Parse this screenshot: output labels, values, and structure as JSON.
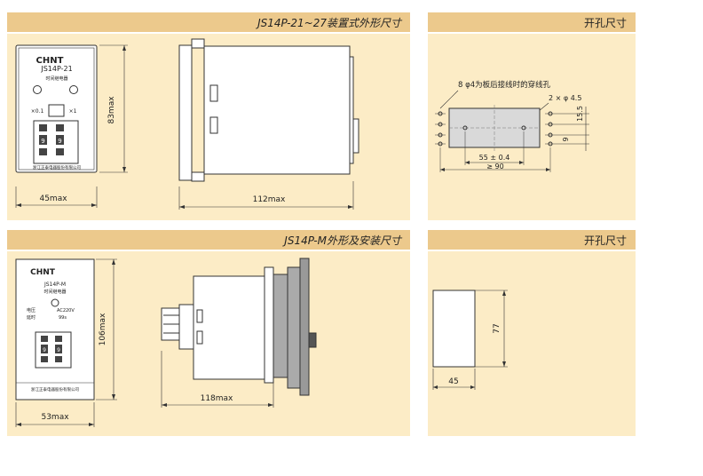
{
  "panels": {
    "p1": {
      "title": "JS14P-21~27装置式外形尺寸",
      "brand": "CHNT",
      "model": "JS14P-21",
      "device_name": "时间继电器",
      "range_low": "×0.1",
      "range_high": "×1",
      "digit_a": "9",
      "digit_b": "9",
      "maker": "浙江正泰电器股份有限公司",
      "dim_width": "45max",
      "dim_height": "83max",
      "dim_depth": "112max"
    },
    "p2": {
      "title": "开孔尺寸",
      "note": "8 φ4为板后接线时的穿线孔",
      "hole_spec": "2 × φ 4.5",
      "dim_vert": "15.5",
      "dim_nine": "9",
      "dim_spacing": "55 ± 0.4",
      "dim_min": "≥ 90"
    },
    "p3": {
      "title": "JS14P-M外形及安装尺寸",
      "brand": "CHNT",
      "model": "JS14P-M",
      "device_name": "时间继电器",
      "label_voltage": "电压",
      "label_delay": "延时",
      "value_voltage": "AC220V",
      "value_delay": "99s",
      "digit_a": "9",
      "digit_b": "9",
      "maker": "浙江正泰电器股份有限公司",
      "dim_width": "53max",
      "dim_height": "106max",
      "dim_depth": "118max"
    },
    "p4": {
      "title": "开孔尺寸",
      "dim_height": "77",
      "dim_width": "45"
    }
  },
  "colors": {
    "panel_bg": "#fcecc6",
    "header_bg": "#ecc98c",
    "line": "#333333",
    "window_gray": "#d9d9d9"
  }
}
